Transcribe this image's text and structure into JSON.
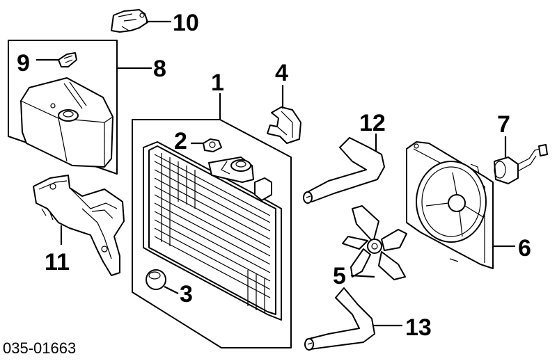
{
  "diagram": {
    "part_number": "035-01663",
    "callouts": [
      {
        "id": "1",
        "label": "1"
      },
      {
        "id": "2",
        "label": "2"
      },
      {
        "id": "3",
        "label": "3"
      },
      {
        "id": "4",
        "label": "4"
      },
      {
        "id": "5",
        "label": "5"
      },
      {
        "id": "6",
        "label": "6"
      },
      {
        "id": "7",
        "label": "7"
      },
      {
        "id": "8",
        "label": "8"
      },
      {
        "id": "9",
        "label": "9"
      },
      {
        "id": "10",
        "label": "10"
      },
      {
        "id": "11",
        "label": "11"
      },
      {
        "id": "12",
        "label": "12"
      },
      {
        "id": "13",
        "label": "13"
      }
    ]
  }
}
